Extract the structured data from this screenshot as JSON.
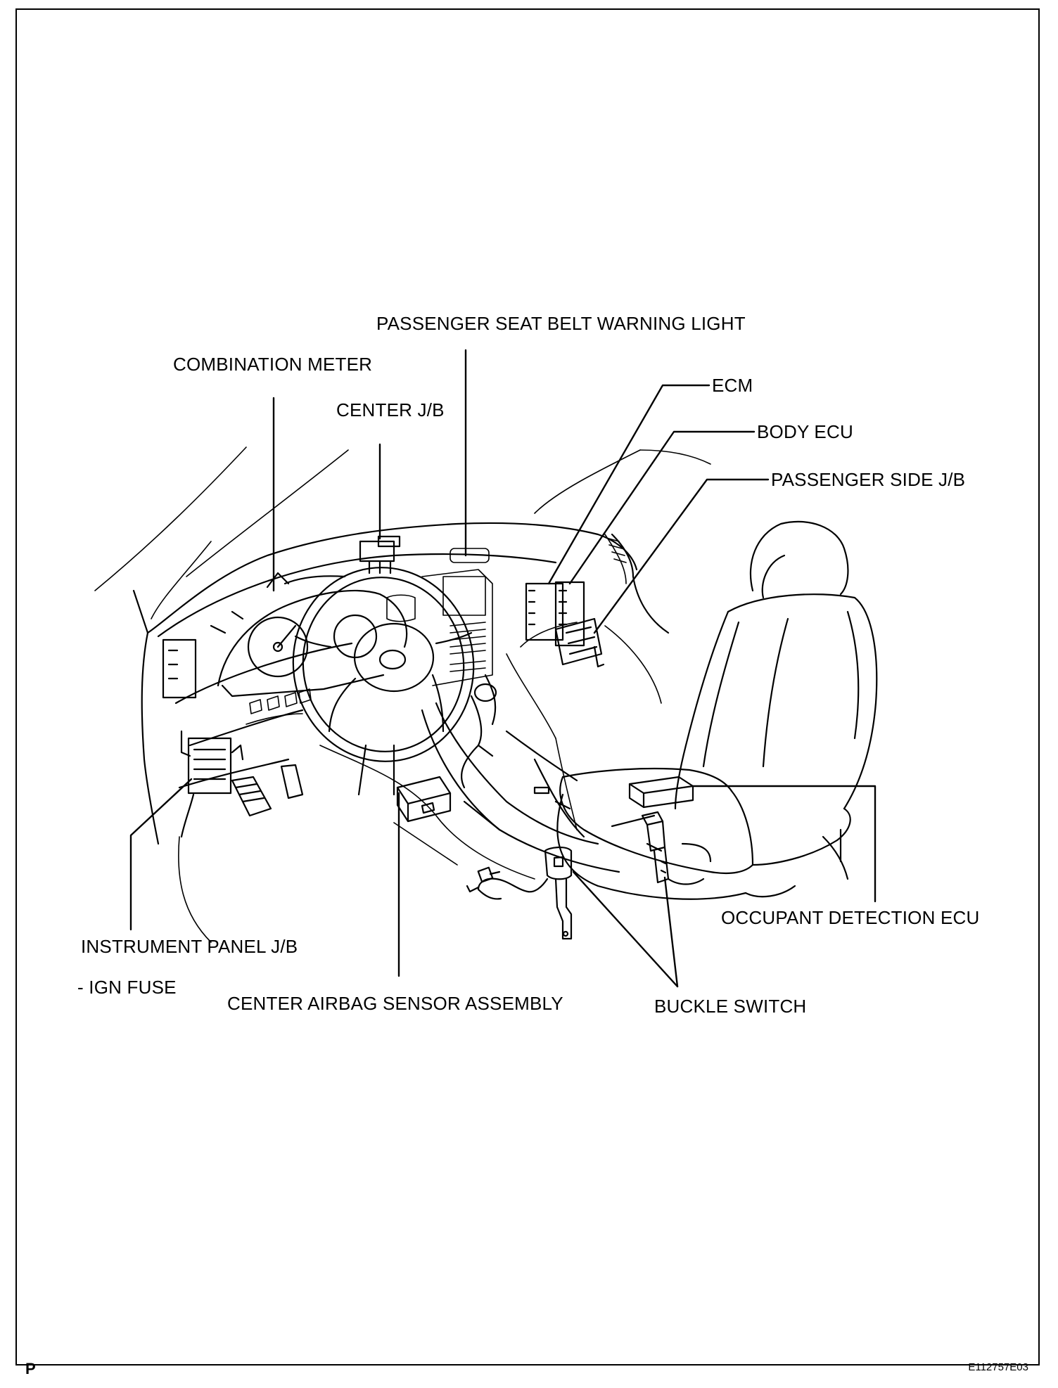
{
  "labels": {
    "passenger_seat_belt_warning_light": "PASSENGER SEAT BELT WARNING LIGHT",
    "combination_meter": "COMBINATION METER",
    "center_jb": "CENTER J/B",
    "ecm": "ECM",
    "body_ecu": "BODY ECU",
    "passenger_side_jb": "PASSENGER SIDE J/B",
    "occupant_detection_ecu": "OCCUPANT DETECTION ECU",
    "instrument_panel_jb": "INSTRUMENT PANEL J/B",
    "ign_fuse": "- IGN FUSE",
    "center_airbag_sensor_assembly": "CENTER AIRBAG SENSOR ASSEMBLY",
    "buckle_switch": "BUCKLE SWITCH"
  },
  "footer": {
    "page_mark": "P",
    "figure_code": "E112757E03"
  }
}
